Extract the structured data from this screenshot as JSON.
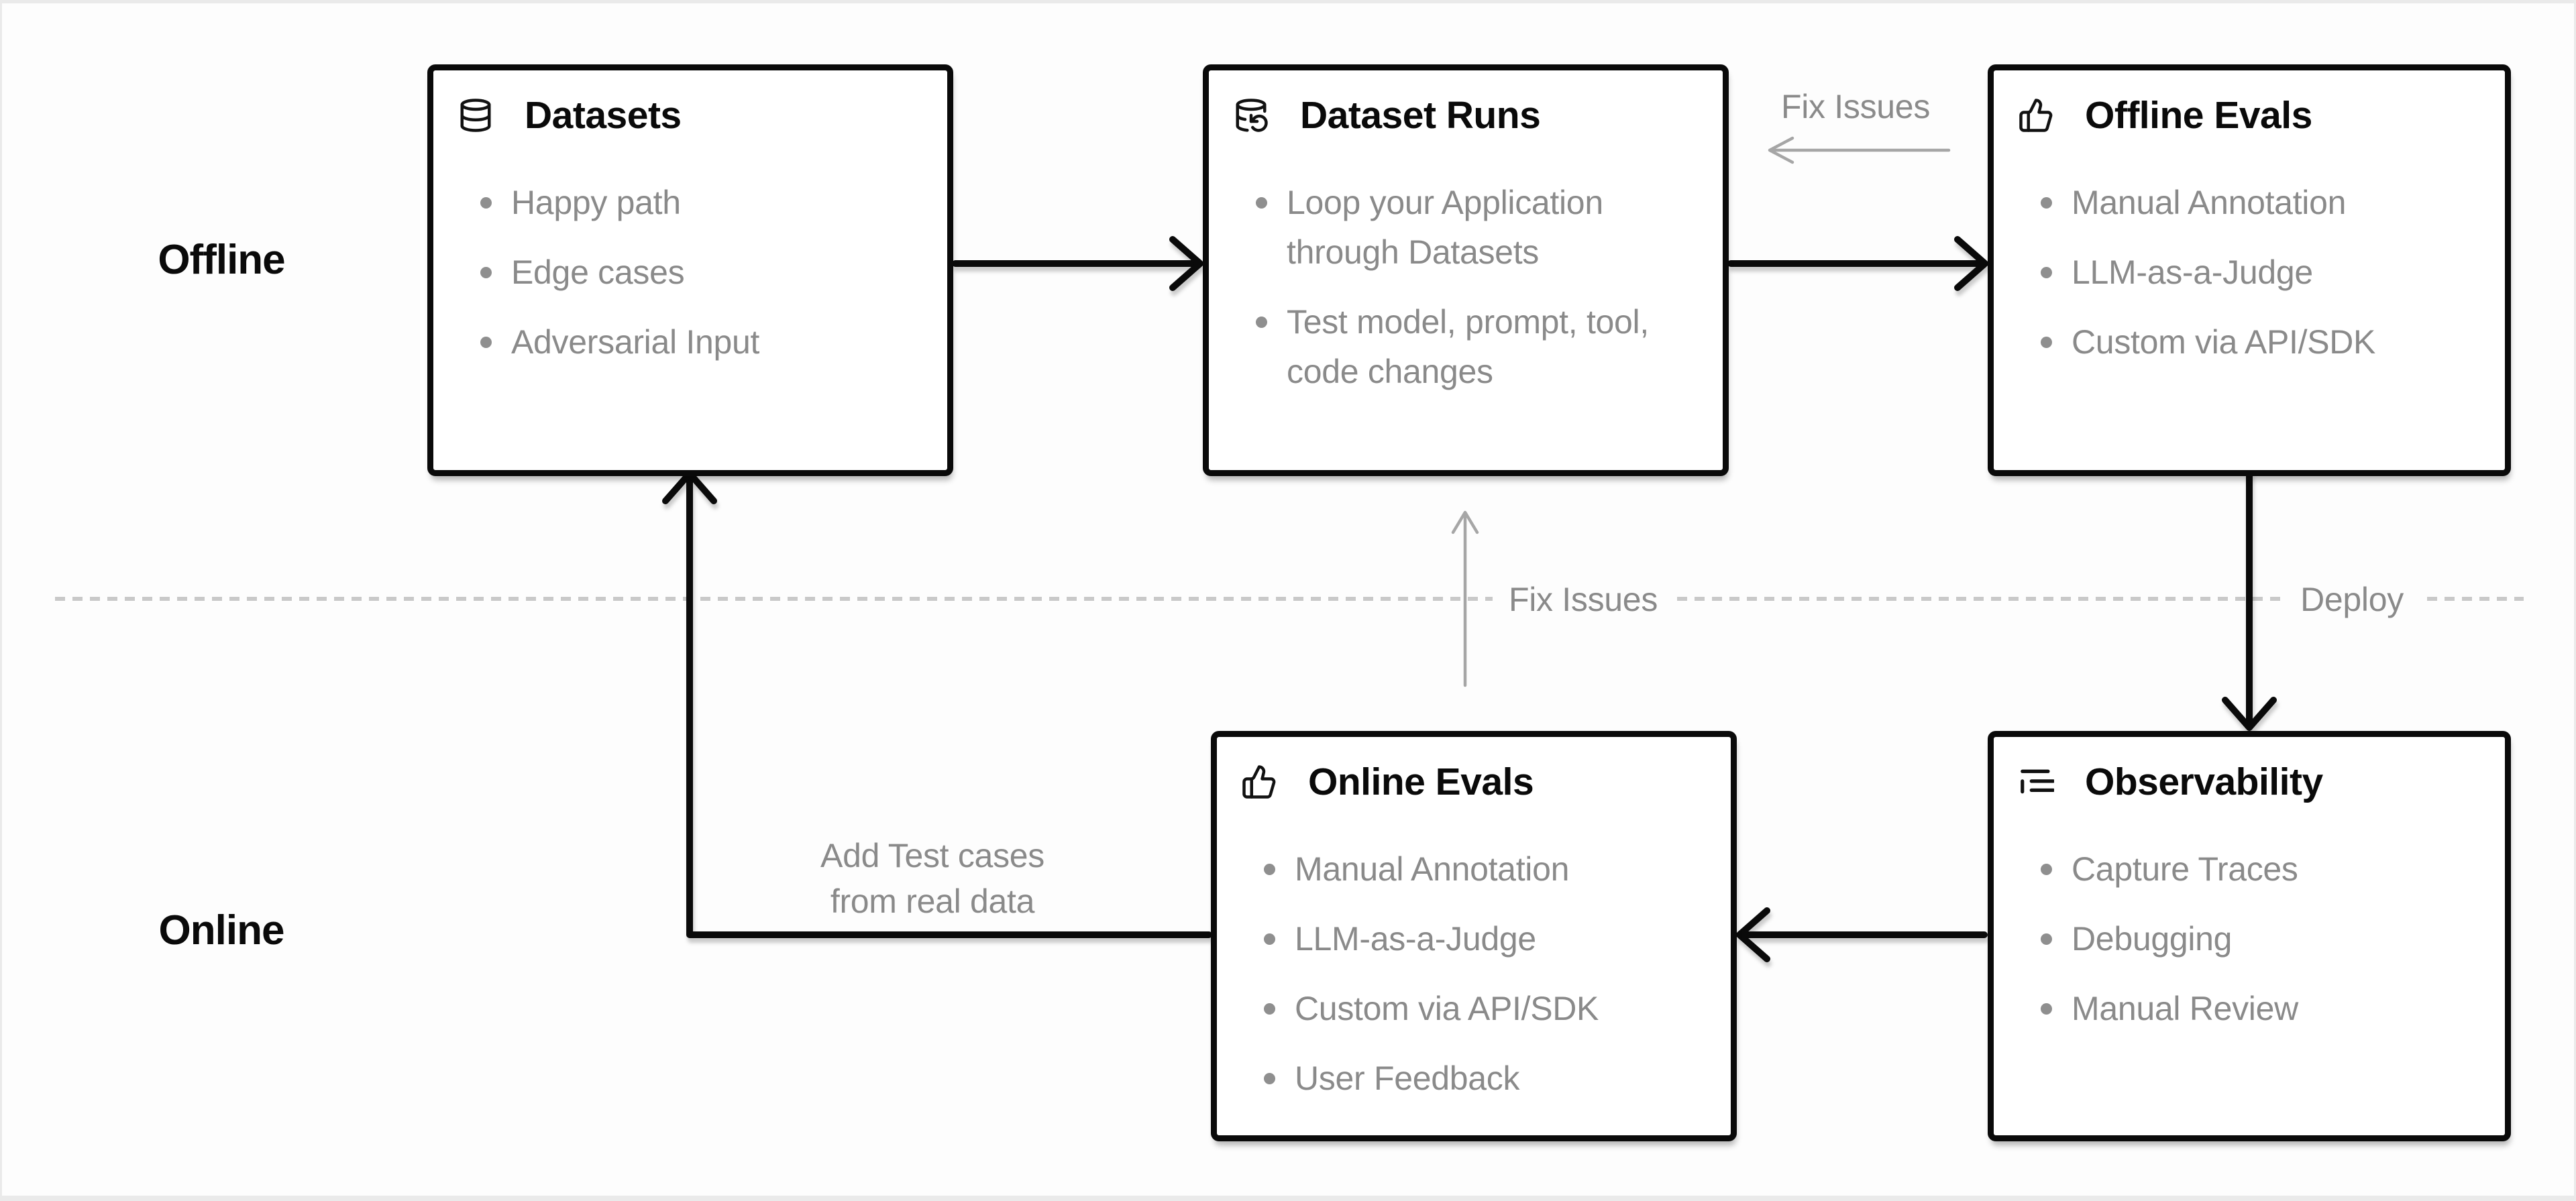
{
  "colors": {
    "ink": "#0a0a0a",
    "gray_text": "#8a8a8a",
    "gray_arrow": "#a6a6a6",
    "dash": "#c9c9c9",
    "frame": "#eaeaea",
    "box_bg": "#ffffff",
    "page_bg": "#fdfdfd"
  },
  "lanes": {
    "offline": "Offline",
    "online": "Online"
  },
  "boxes": [
    {
      "id": "datasets",
      "icon": "database-icon",
      "title": "Datasets",
      "items": [
        "Happy path",
        "Edge cases",
        "Adversarial Input"
      ]
    },
    {
      "id": "dataset-runs",
      "icon": "database-run-icon",
      "title": "Dataset Runs",
      "items": [
        "Loop your Application through Datasets",
        "Test model, prompt, tool, code changes"
      ]
    },
    {
      "id": "offline-evals",
      "icon": "thumbs-up-icon",
      "title": "Offline Evals",
      "items": [
        "Manual Annotation",
        "LLM-as-a-Judge",
        "Custom via API/SDK"
      ]
    },
    {
      "id": "online-evals",
      "icon": "thumbs-up-icon",
      "title": "Online Evals",
      "items": [
        "Manual Annotation",
        "LLM-as-a-Judge",
        "Custom via API/SDK",
        "User Feedback"
      ]
    },
    {
      "id": "observability",
      "icon": "trace-list-icon",
      "title": "Observability",
      "items": [
        "Capture Traces",
        "Debugging",
        "Manual Review"
      ]
    }
  ],
  "edge_labels": {
    "fix_issues_top": "Fix Issues",
    "fix_issues_mid": "Fix Issues",
    "deploy": "Deploy",
    "add_test_line1": "Add Test cases",
    "add_test_line2": "from real data"
  }
}
